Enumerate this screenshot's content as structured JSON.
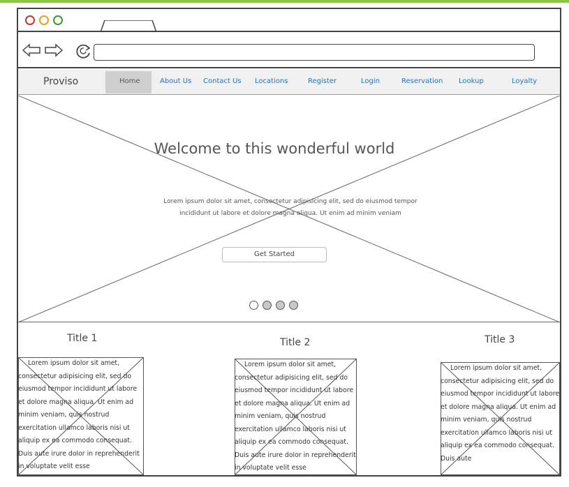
{
  "browser": {
    "window_controls": [
      {
        "name": "close",
        "color": "#c0392b"
      },
      {
        "name": "minimize",
        "color": "#e0a020"
      },
      {
        "name": "maximize",
        "color": "#3a9b2c"
      }
    ]
  },
  "nav": {
    "brand": "Proviso",
    "items": [
      {
        "label": "Home",
        "active": true
      },
      {
        "label": "About Us"
      },
      {
        "label": "Contact Us"
      },
      {
        "label": "Locations"
      },
      {
        "label": "Register"
      },
      {
        "label": "Login"
      },
      {
        "label": "Reservation"
      },
      {
        "label": "Lookup"
      },
      {
        "label": "Loyalty"
      }
    ],
    "link_color": "#2474b5"
  },
  "hero": {
    "title": "Welcome to this wonderful world",
    "text_line1": "Lorem ipsum dolor sit amet, consectetur adipisicing elit, sed do eiusmod tempor",
    "text_line2": "incididunt ut labore et dolore magna aliqua. Ut enim ad minim veniam",
    "button_label": "Get Started",
    "carousel": {
      "count": 4,
      "active_index": 0
    }
  },
  "columns": [
    {
      "title": "Title 1",
      "text": "Lorem ipsum dolor sit amet, consectetur adipisicing elit, sed do eiusmod tempor incididunt ut labore et dolore magna aliqua. Ut enim ad minim veniam, quis nostrud exercitation ullamco laboris nisi ut aliquip ex ea commodo consequat. Duis aute irure dolor in reprehenderit in voluptate velit esse"
    },
    {
      "title": "Title 2",
      "text": "Lorem ipsum dolor sit amet, consectetur adipisicing elit, sed do eiusmod tempor incididunt ut labore et dolore magna aliqua. Ut enim ad minim veniam, quis nostrud exercitation ullamco laboris nisi ut aliquip ex ea commodo consequat. Duis aute irure dolor in reprehenderit in voluptate velit esse"
    },
    {
      "title": "Title 3",
      "text": "Lorem ipsum dolor sit amet, consectetur adipisicing elit, sed do eiusmod tempor incididunt ut labore et dolore magna aliqua. Ut enim ad minim veniam, quis nostrud exercitation ullamco laboris nisi ut aliquip ex ea commodo consequat. Duis aute"
    }
  ]
}
